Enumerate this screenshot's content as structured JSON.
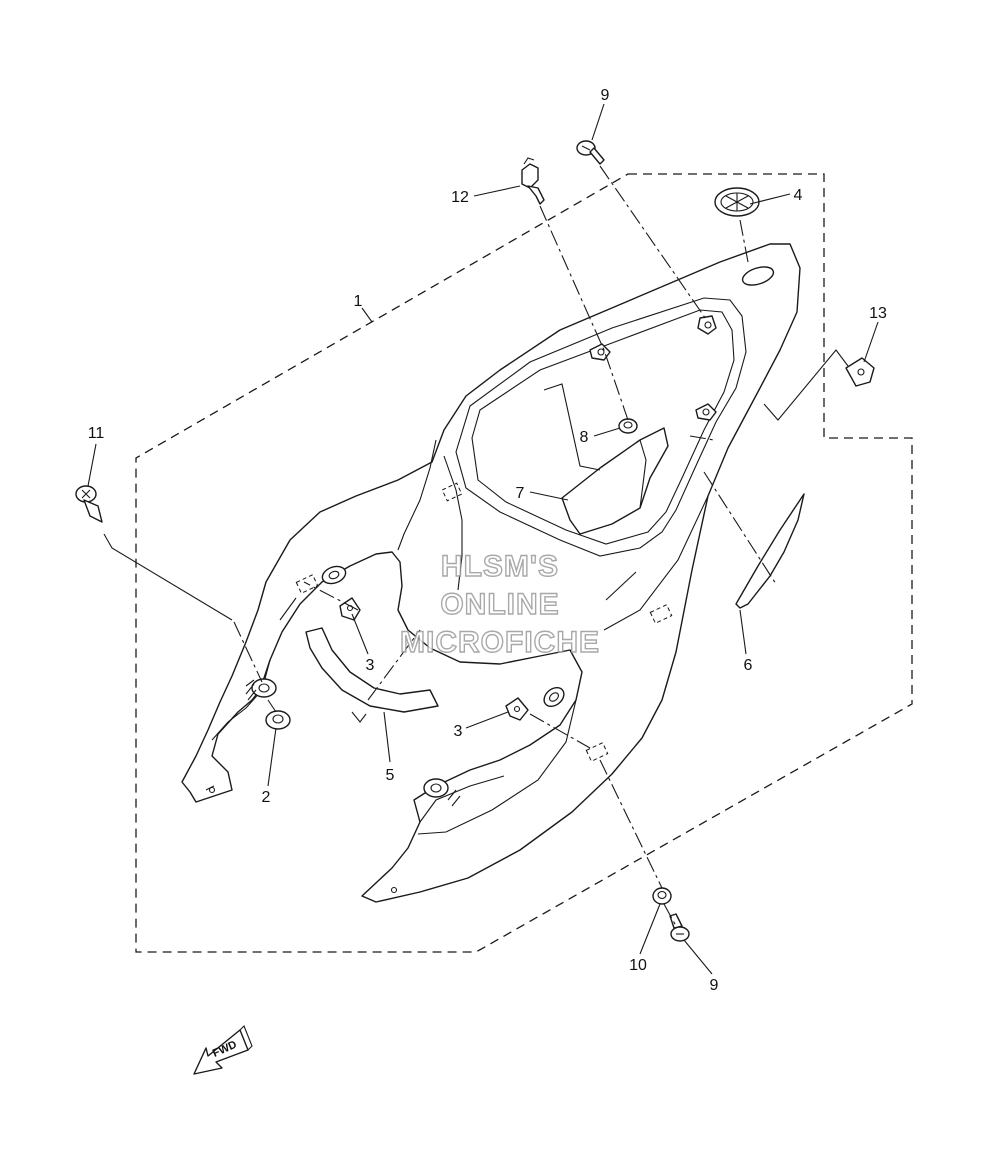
{
  "diagram": {
    "callouts": {
      "c1": "1",
      "c2": "2",
      "c3a": "3",
      "c3b": "3",
      "c4": "4",
      "c5": "5",
      "c6": "6",
      "c7": "7",
      "c8": "8",
      "c9a": "9",
      "c9b": "9",
      "c10": "10",
      "c11": "11",
      "c12": "12",
      "c13": "13"
    },
    "watermark": {
      "line1": "HLSM'S",
      "line2": "ONLINE",
      "line3": "MICROFICHE"
    },
    "direction_arrow": "FWD"
  }
}
